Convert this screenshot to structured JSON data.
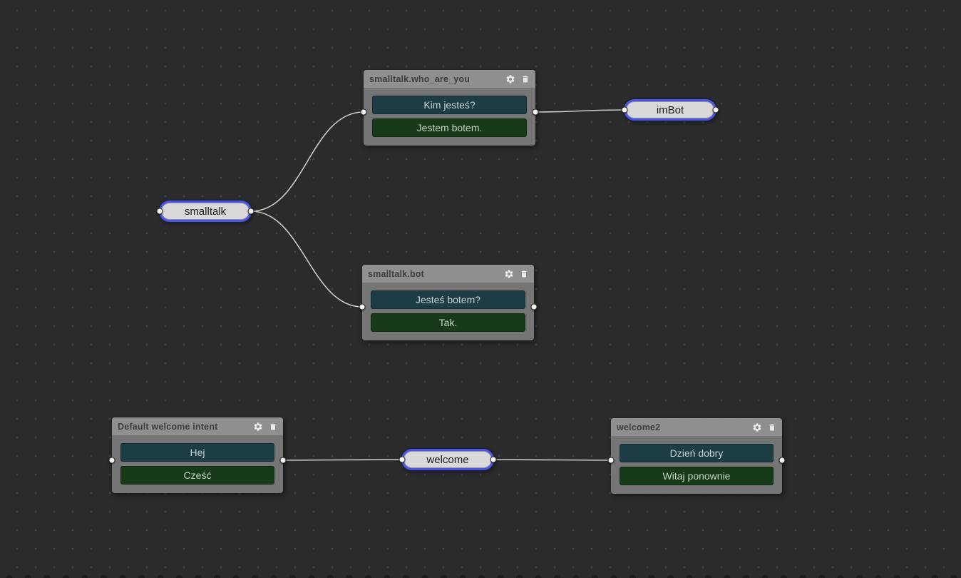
{
  "canvas": {
    "background_color": "#2b2b2b",
    "grid_dot_color": "#3d4343",
    "wire_color": "#cccccc"
  },
  "colors": {
    "node_header_bg": "#8f8f8f",
    "node_body_bg": "#757575",
    "question_row_bg": "#1c3c46",
    "answer_row_bg": "#173a19",
    "pill_border": "#4a54e6",
    "pill_fill": "#d9d9d9"
  },
  "icons": {
    "gear": "gear-icon (node settings)",
    "trash": "trash-icon (delete node)"
  },
  "nodes": {
    "who_are_you": {
      "title": "smalltalk.who_are_you",
      "question": "Kim jesteś?",
      "answer": "Jestem botem."
    },
    "smalltalk_bot": {
      "title": "smalltalk.bot",
      "question": "Jesteś botem?",
      "answer": "Tak."
    },
    "default_welcome_intent": {
      "title": "Default welcome intent",
      "question": "Hej",
      "answer": "Cześć"
    },
    "welcome2": {
      "title": "welcome2",
      "question": "Dzień dobry",
      "answer": "Witaj ponownie"
    },
    "smalltalk": {
      "label": "smalltalk"
    },
    "imBot": {
      "label": "imBot"
    },
    "welcome": {
      "label": "welcome"
    }
  }
}
